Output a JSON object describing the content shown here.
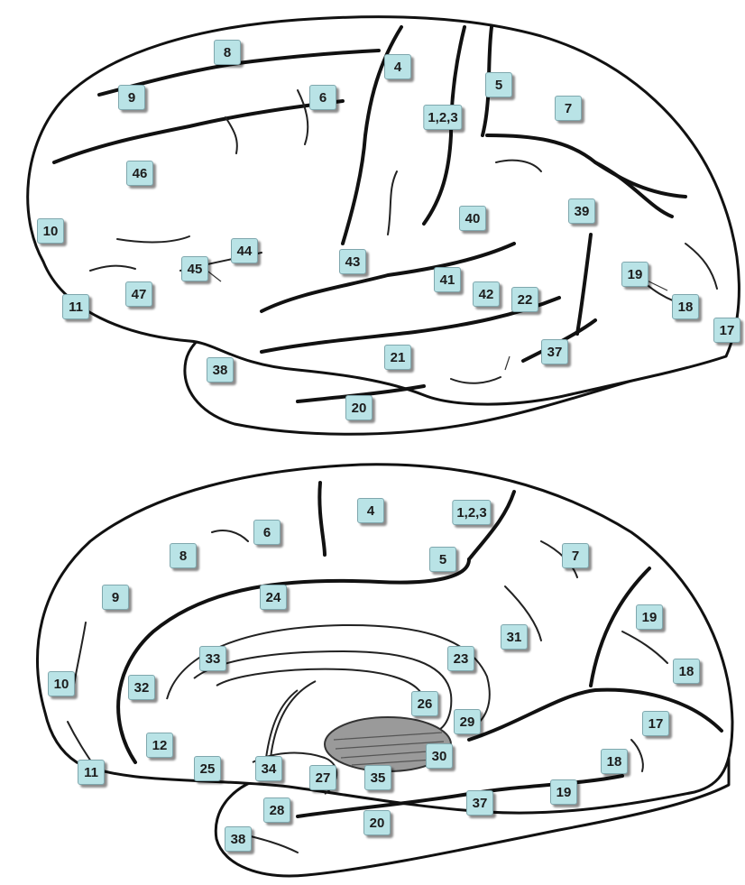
{
  "lateral_view": {
    "labels": [
      "8",
      "4",
      "5",
      "9",
      "6",
      "1,2,3",
      "7",
      "46",
      "40",
      "39",
      "10",
      "44",
      "43",
      "45",
      "19",
      "41",
      "42",
      "22",
      "47",
      "11",
      "18",
      "17",
      "38",
      "21",
      "37",
      "20"
    ]
  },
  "medial_view": {
    "labels": [
      "4",
      "1,2,3",
      "6",
      "8",
      "5",
      "7",
      "9",
      "24",
      "19",
      "33",
      "23",
      "31",
      "18",
      "10",
      "32",
      "26",
      "29",
      "17",
      "12",
      "30",
      "34",
      "25",
      "11",
      "27",
      "35",
      "18",
      "19",
      "37",
      "28",
      "20",
      "38"
    ]
  }
}
